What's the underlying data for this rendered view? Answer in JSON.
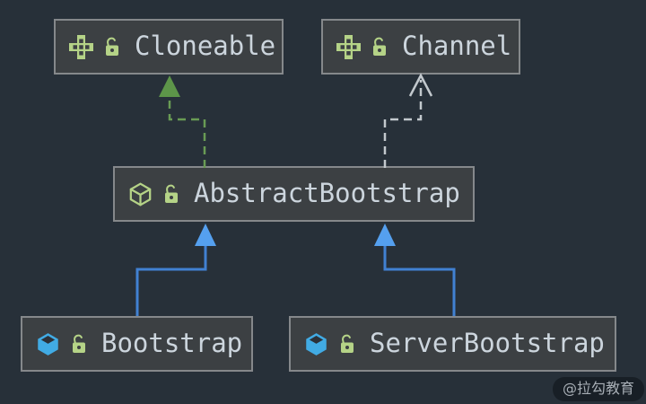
{
  "colors": {
    "bg": "#273039",
    "node-fill": "#3c4043",
    "node-border": "#85888b",
    "node-text": "#ccd5dd",
    "icon-green": "#b5d387",
    "icon-blue": "#41abe4",
    "icon-diamond": "#2c3138",
    "edge-green": "#699b54",
    "edge-green-head": "#5d9549",
    "edge-gray": "#c2c8cd",
    "edge-blue": "#4181d2",
    "edge-blue-head": "#55a0ef",
    "watermark-text": "#a7aeb5"
  },
  "nodes": [
    {
      "label": "Cloneable",
      "type": "interface"
    },
    {
      "label": "Channel",
      "type": "interface"
    },
    {
      "label": "AbstractBootstrap",
      "type": "abstract-class"
    },
    {
      "label": "Bootstrap",
      "type": "class"
    },
    {
      "label": "ServerBootstrap",
      "type": "class"
    }
  ],
  "edges": [
    {
      "from": "AbstractBootstrap",
      "to": "Cloneable",
      "relation": "implements",
      "line": "dashed",
      "arrowhead": "filled",
      "color": "green"
    },
    {
      "from": "AbstractBootstrap",
      "to": "Channel",
      "relation": "implements",
      "line": "dashed",
      "arrowhead": "open",
      "color": "gray"
    },
    {
      "from": "Bootstrap",
      "to": "AbstractBootstrap",
      "relation": "extends",
      "line": "solid",
      "arrowhead": "filled",
      "color": "blue"
    },
    {
      "from": "ServerBootstrap",
      "to": "AbstractBootstrap",
      "relation": "extends",
      "line": "solid",
      "arrowhead": "filled",
      "color": "blue"
    }
  ],
  "watermark": {
    "label": "@拉勾教育"
  }
}
